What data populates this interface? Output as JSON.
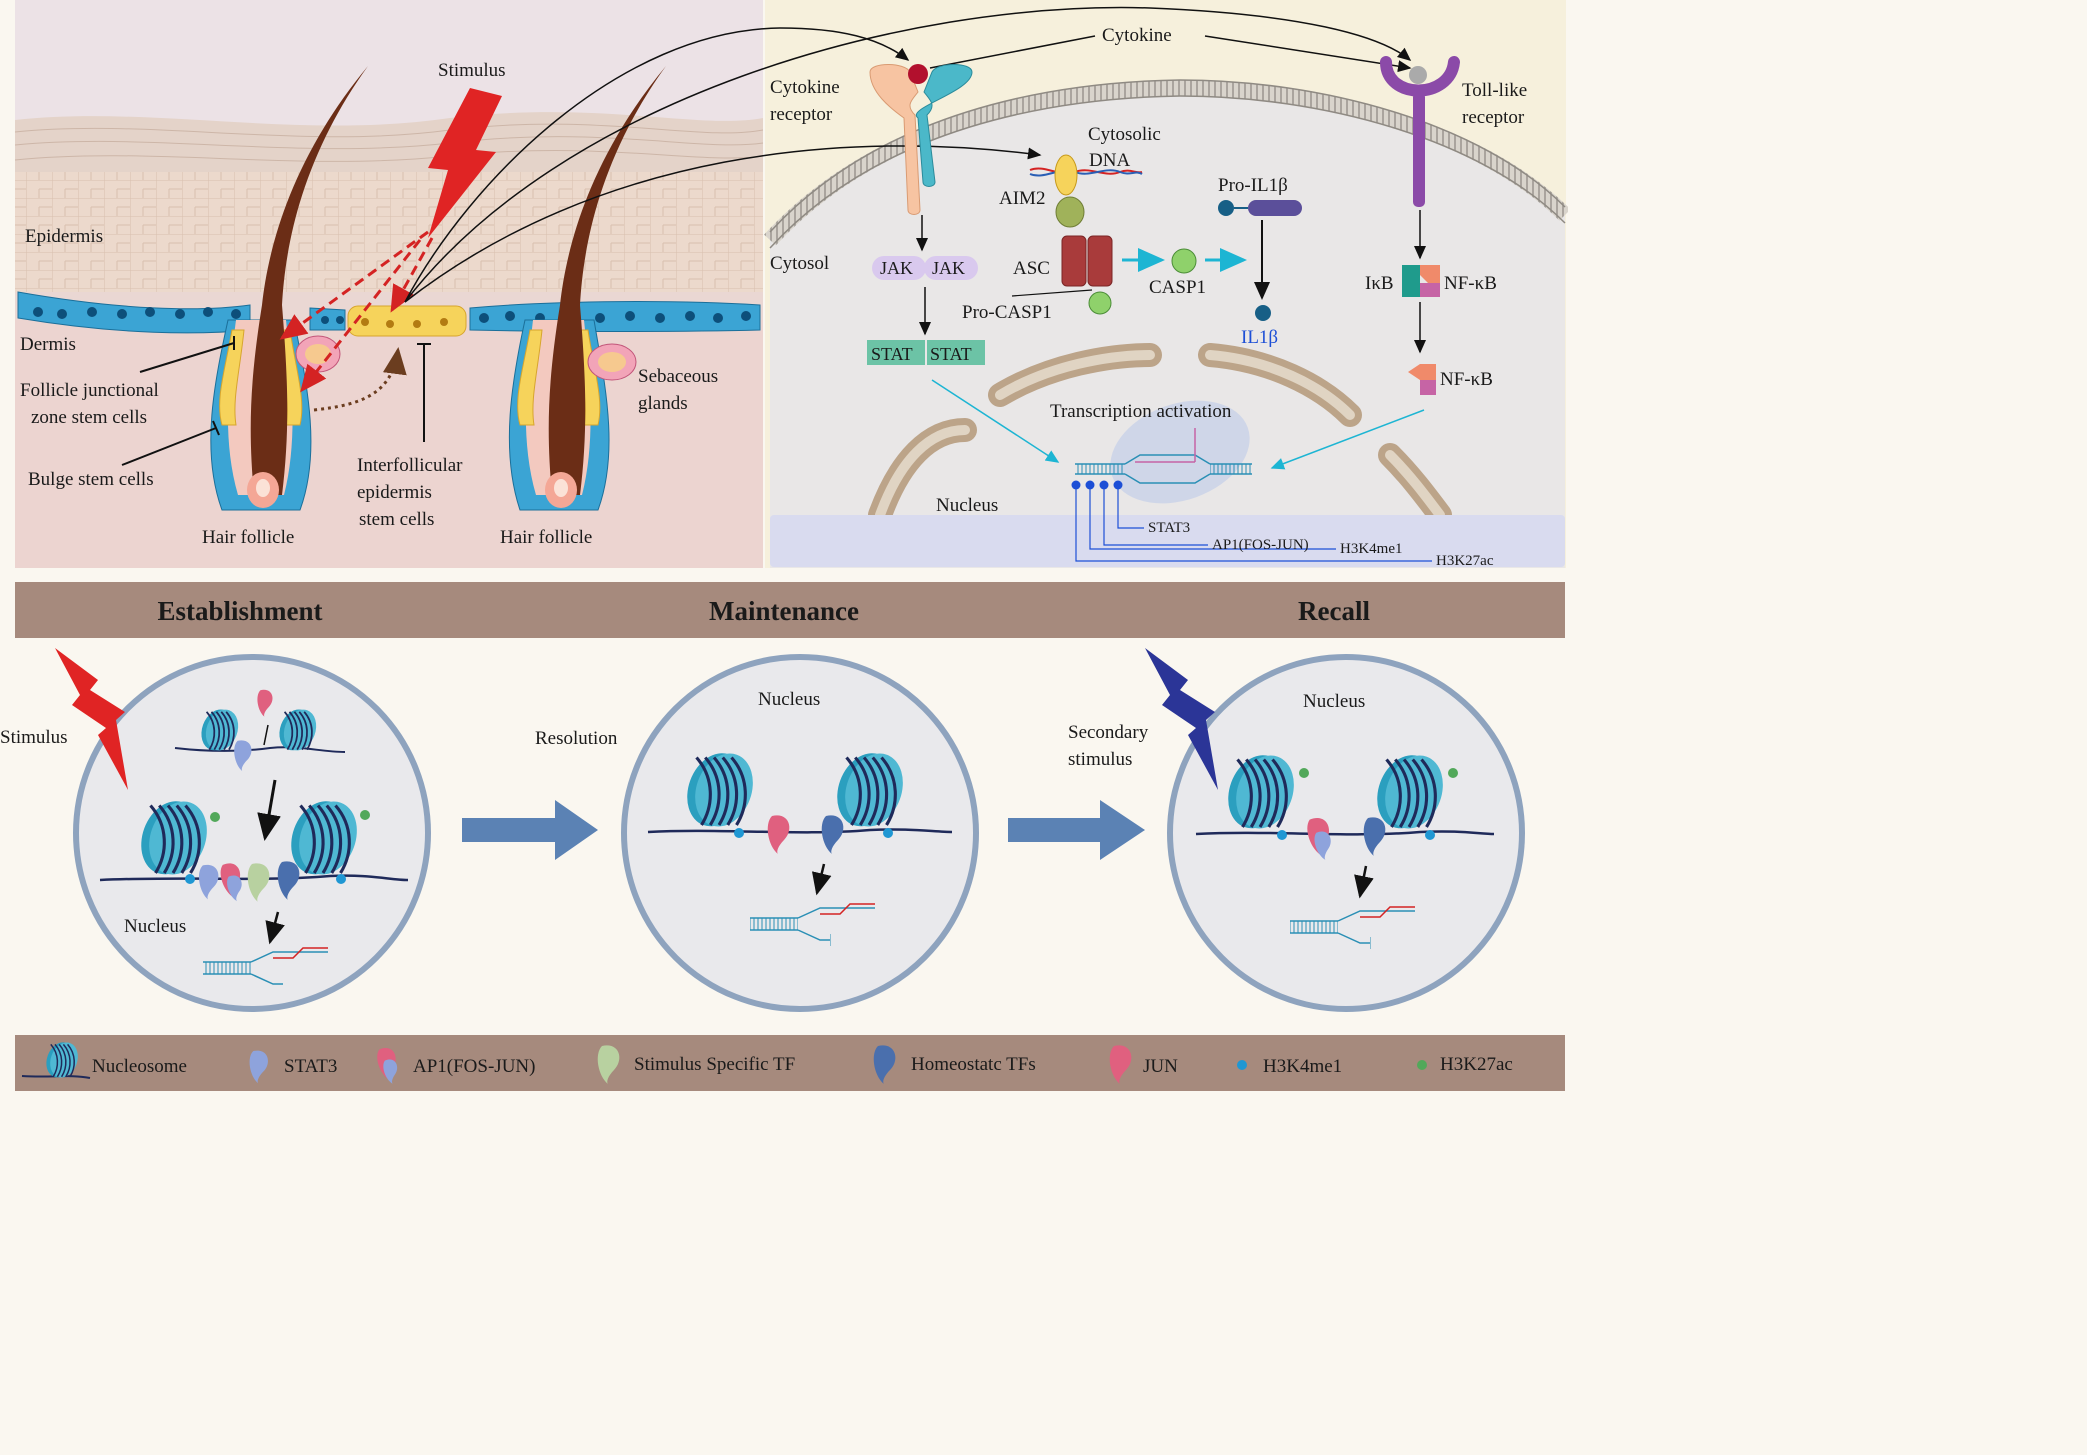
{
  "skin_panel": {
    "stimulus": "Stimulus",
    "epidermis": "Epidermis",
    "dermis": "Dermis",
    "follicle_junctional_1": "Follicle junctional",
    "follicle_junctional_2": "zone stem cells",
    "bulge_stem_cells": "Bulge stem cells",
    "hair_follicle_left": "Hair follicle",
    "hair_follicle_right": "Hair follicle",
    "interfollicular_1": "Interfollicular",
    "interfollicular_2": "epidermis",
    "interfollicular_3": "stem cells",
    "sebaceous_1": "Sebaceous",
    "sebaceous_2": "glands"
  },
  "cell_panel": {
    "cytokine": "Cytokine",
    "cytokine_receptor_1": "Cytokine",
    "cytokine_receptor_2": "receptor",
    "toll_like_1": "Toll-like",
    "toll_like_2": "receptor",
    "cytosolic_1": "Cytosolic",
    "cytosolic_2": "DNA",
    "aim2": "AIM2",
    "asc": "ASC",
    "pro_casp1": "Pro-CASP1",
    "casp1": "CASP1",
    "pro_il1b": "Pro-IL1β",
    "il1b": "IL1β",
    "cytosol": "Cytosol",
    "jak1": "JAK",
    "jak2": "JAK",
    "stat1": "STAT",
    "stat2": "STAT",
    "ikb": "IκB",
    "nfkb1": "NF-κB",
    "nfkb2": "NF-κB",
    "transcription": "Transcription activation",
    "nucleus": "Nucleus",
    "marks": [
      "STAT3",
      "AP1(FOS-JUN)",
      "H3K4me1",
      "H3K27ac"
    ]
  },
  "phases": {
    "establishment": "Establishment",
    "maintenance": "Maintenance",
    "recall": "Recall"
  },
  "bottom": {
    "stimulus": "Stimulus",
    "resolution": "Resolution",
    "secondary_1": "Secondary",
    "secondary_2": "stimulus",
    "nucleus_1": "Nucleus",
    "nucleus_2": "Nucleus",
    "nucleus_3": "Nucleus"
  },
  "legend": {
    "nucleosome": "Nucleosome",
    "stat3": "STAT3",
    "ap1": "AP1(FOS-JUN)",
    "stimulus_tf": "Stimulus Specific TF",
    "homeostatic": "Homeostatc TFs",
    "jun": "JUN",
    "h3k4me1": "H3K4me1",
    "h3k27ac": "H3K27ac"
  },
  "colors": {
    "stimulus_red": "#e02424",
    "secondary_blue": "#2b3597",
    "phase_bar": "#a68a7d",
    "basal_cell": "#3ba4d4",
    "stem_cell": "#f6d35b",
    "nucleosome": "#4fb8d3",
    "h3k4me1": "#1f97d3",
    "h3k27ac": "#52a85a",
    "stat3": "#8ea3dc",
    "ap1": "#e0607f",
    "stimulus_tf": "#b8d1a0",
    "homeostatic": "#4a6fad",
    "jak": "#d9c9ee",
    "stat": "#6cc3a6"
  }
}
